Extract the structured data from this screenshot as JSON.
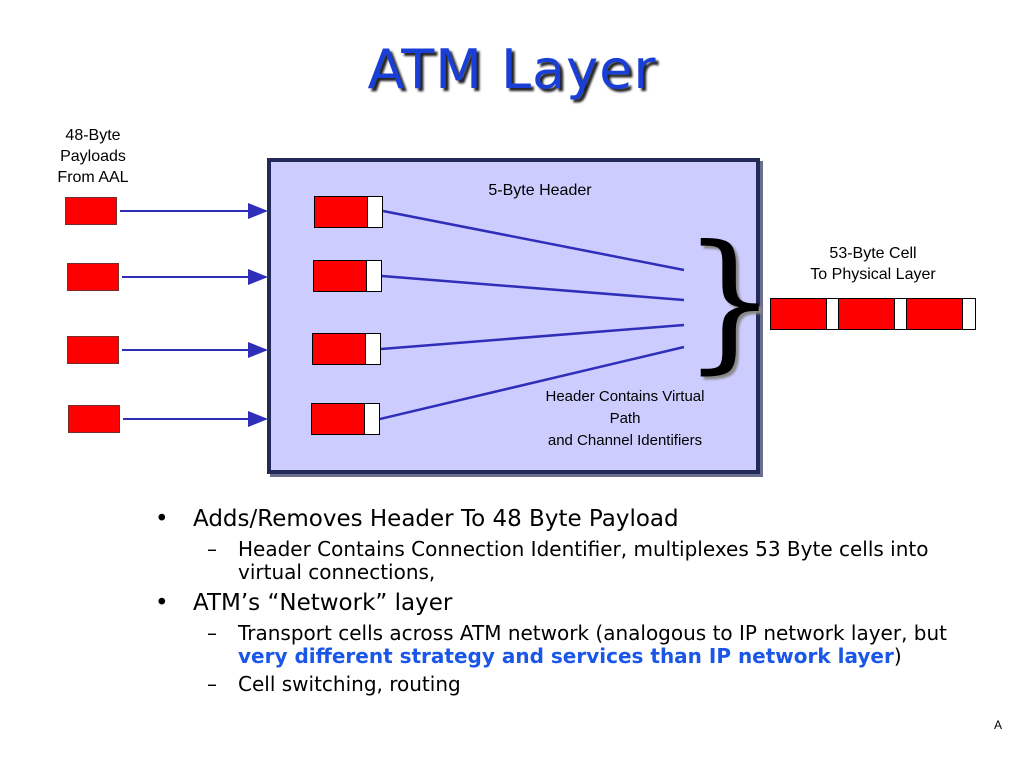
{
  "title": "ATM Layer",
  "labels": {
    "payloads": "48-Byte\nPayloads\nFrom AAL",
    "header": "5-Byte Header",
    "cell_out": "53-Byte Cell\nTo Physical Layer",
    "identifiers": "Header Contains Virtual\nPath\nand Channel Identifiers"
  },
  "bullets": [
    {
      "text": "Adds/Removes Header To 48 Byte Payload",
      "sub": [
        {
          "text": "Header Contains Connection Identifier, multiplexes 53 Byte cells into virtual connections,"
        }
      ]
    },
    {
      "text": "ATM’s “Network” layer",
      "sub": [
        {
          "pre": "Transport cells across ATM network (analogous to IP network layer, but ",
          "highlight": "very different strategy and services than IP network layer",
          "post": ")"
        },
        {
          "text": "Cell switching, routing"
        }
      ]
    }
  ],
  "markers": {
    "bullet": "•",
    "dash": "–"
  },
  "footer": "A",
  "colors": {
    "title": "#1a3fd6",
    "payload": "#ff0000",
    "box": "#ccccff",
    "arrow": "#2e2eb8",
    "highlight": "#1a56e8"
  }
}
